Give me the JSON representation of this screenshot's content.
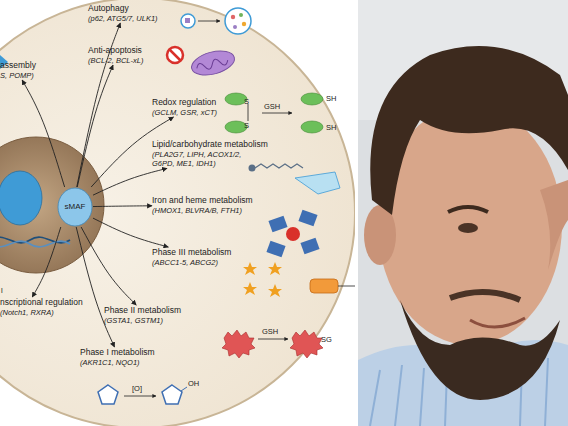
{
  "diagram": {
    "nodes": [
      {
        "text": [
          "sMAF"
        ]
      },
      {
        "text": [
          "Autophagy",
          "(p62, ATG5/7, ULK1)"
        ]
      },
      {
        "text": [
          "Anti-apoptosis",
          "(BCL-2, BCL-xL)"
        ]
      },
      {
        "text": [
          "assembly",
          "S, POMP)"
        ]
      },
      {
        "text": [
          "Redox regulation",
          "(GCLM, GSR, xCT)"
        ]
      },
      {
        "text": [
          "Lipid/carbohydrate metabolism",
          "(PLA2G7, LIPH, ACOX1/2, G6PD, ME1, IDH1)"
        ]
      },
      {
        "text": [
          "Iron and heme metabolism",
          "(HMOX1, BLVRA/B, FTH1)"
        ]
      },
      {
        "text": [
          "Phase III metabolism",
          "(ABCC1-5, ABCG2)"
        ]
      },
      {
        "text": [
          "nscriptional regulation",
          "(Notch1, RXRA)"
        ]
      },
      {
        "text": [
          "Phase II metabolism",
          "(GSTA1, GSTM1)"
        ]
      },
      {
        "text": [
          "Phase I metabolism",
          "(AKR1C1, NQO1)"
        ]
      }
    ],
    "edges": [
      {
        "from": 0,
        "to": 1,
        "arrow": "to"
      },
      {
        "from": 0,
        "to": 2,
        "arrow": "to"
      },
      {
        "from": 0,
        "to": 3,
        "arrow": "to"
      },
      {
        "from": 0,
        "to": 4,
        "arrow": "to"
      },
      {
        "from": 0,
        "to": 5,
        "arrow": "to"
      },
      {
        "from": 0,
        "to": 6,
        "arrow": "to"
      },
      {
        "from": 0,
        "to": 7,
        "arrow": "to"
      },
      {
        "from": 0,
        "to": 8,
        "arrow": "to"
      },
      {
        "from": 0,
        "to": 9,
        "arrow": "to"
      },
      {
        "from": 0,
        "to": 10,
        "arrow": "to"
      }
    ],
    "labels": [
      "S",
      "S",
      "GSH",
      "SH",
      "SH",
      "GSH",
      "SG",
      "[O]",
      "OH",
      "l"
    ]
  }
}
